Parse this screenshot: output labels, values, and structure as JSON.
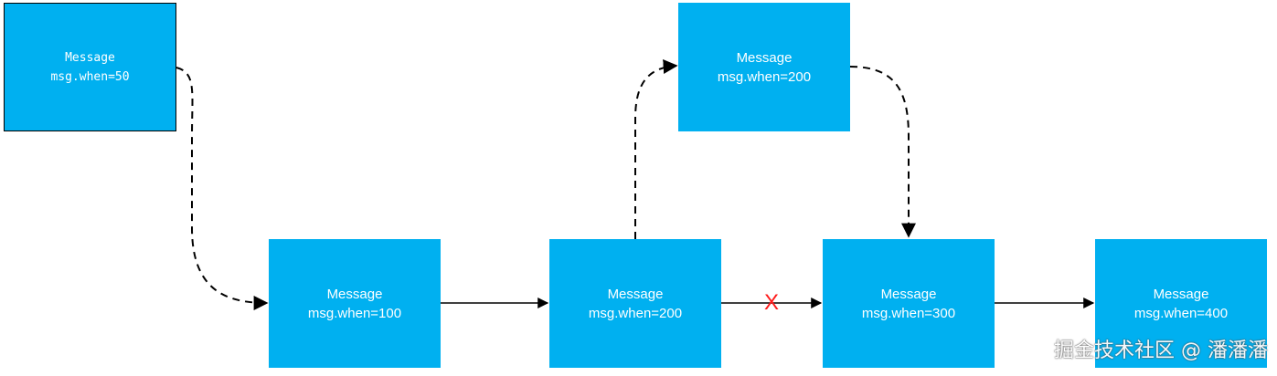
{
  "colors": {
    "node_fill": "#00b0f0",
    "edge": "#000000",
    "removed_mark": "#ff1a1a"
  },
  "nodes": [
    {
      "id": "msg50",
      "title": "Message",
      "subtitle": "msg.when=50"
    },
    {
      "id": "msg100",
      "title": "Message",
      "subtitle": "msg.when=100"
    },
    {
      "id": "msg200",
      "title": "Message",
      "subtitle": "msg.when=200"
    },
    {
      "id": "msg300",
      "title": "Message",
      "subtitle": "msg.when=300"
    },
    {
      "id": "msg400",
      "title": "Message",
      "subtitle": "msg.when=400"
    },
    {
      "id": "msg200new",
      "title": "Message",
      "subtitle": "msg.when=200"
    }
  ],
  "removed_link_mark": "X",
  "watermark": "掘金技术社区 @ 潘潘潘"
}
